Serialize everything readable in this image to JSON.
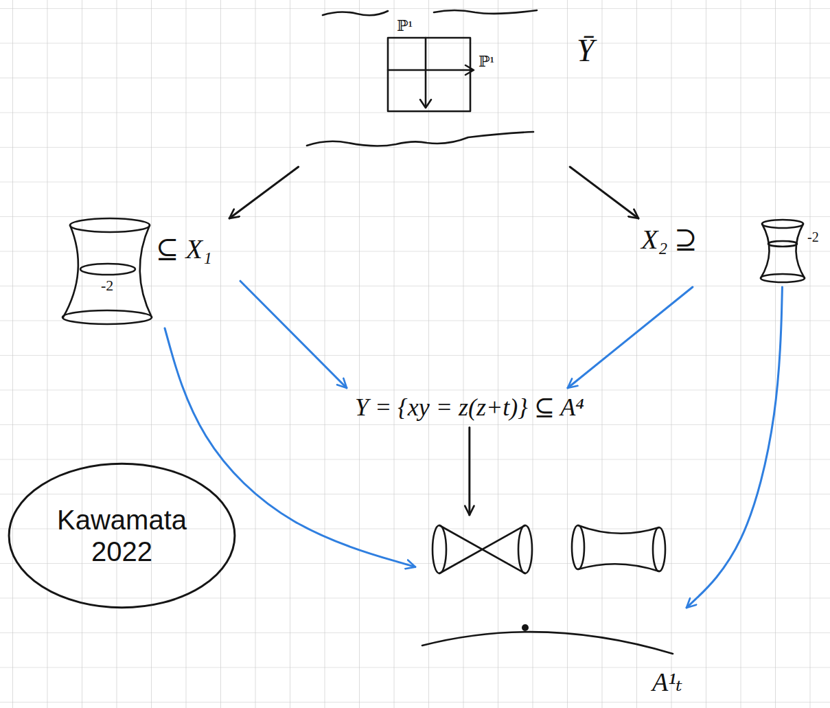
{
  "diagram": {
    "nodes": [
      {
        "text": [
          "Ȳ"
        ]
      },
      {
        "text": [
          "⊆ X₁"
        ]
      },
      {
        "text": [
          "X₂ ⊇"
        ]
      },
      {
        "text": [
          "Y = {xy = z(z+t)} ⊆ A⁴"
        ]
      },
      {
        "text": [
          "A¹ₜ"
        ]
      },
      {
        "text": [
          "Kawamata 2022"
        ]
      }
    ],
    "edges": [
      {
        "from": 0,
        "to": 1,
        "arrow": "to"
      },
      {
        "from": 0,
        "to": 2,
        "arrow": "to"
      },
      {
        "from": 1,
        "to": 3,
        "arrow": "to"
      },
      {
        "from": 2,
        "to": 3,
        "arrow": "to"
      },
      {
        "from": 3,
        "to": 4,
        "arrow": "to"
      },
      {
        "from": 1,
        "to": 4,
        "arrow": "to"
      },
      {
        "from": 2,
        "to": 4,
        "arrow": "to"
      }
    ],
    "labels": [
      "ℙ¹",
      "ℙ¹",
      "-2",
      "-2"
    ]
  }
}
